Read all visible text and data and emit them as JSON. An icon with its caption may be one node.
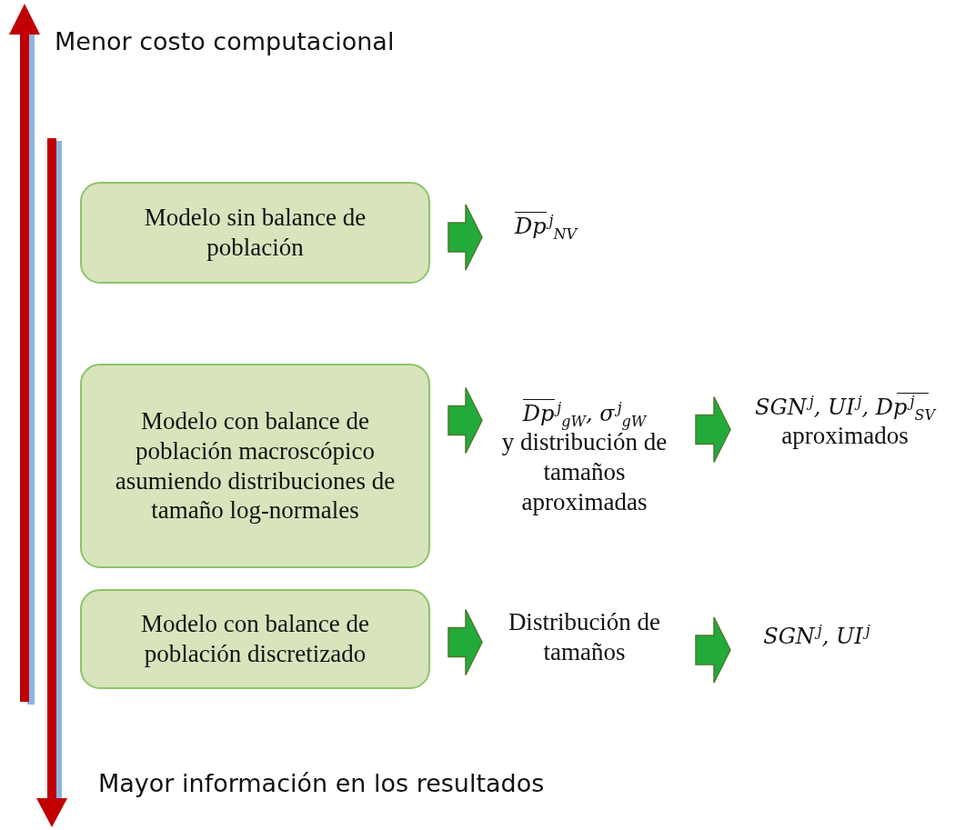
{
  "diagram": {
    "nodes": [
      {
        "text": [
          "Modelo sin balance de población"
        ]
      },
      {
        "text": [
          "Dp$^{j}$$_{NV}$"
        ]
      },
      {
        "text": [
          "Modelo con balance de población macroscópico asumiendo distribuciones de tamaño log-normales"
        ]
      },
      {
        "text": [
          "Dp$^{j}$$_{gW}$, σ$^{j}$$_{gW}$",
          "y distribución de tamaños aproximadas"
        ]
      },
      {
        "text": [
          "SGN$^{j}$, UI$^{j}$, Dp$^{j}$$_{SV}$",
          "aproximados"
        ]
      },
      {
        "text": [
          "Modelo con balance de población discretizado"
        ]
      },
      {
        "text": [
          "Distribución de tamaños"
        ]
      },
      {
        "text": [
          "SGN$^{j}$, UI$^{j}$"
        ]
      }
    ],
    "edges": [
      {
        "from": 0,
        "to": 1,
        "arrow": "to"
      },
      {
        "from": 2,
        "to": 3,
        "arrow": "to"
      },
      {
        "from": 3,
        "to": 4,
        "arrow": "to"
      },
      {
        "from": 5,
        "to": 6,
        "arrow": "to"
      },
      {
        "from": 6,
        "to": 7,
        "arrow": "to"
      }
    ],
    "labels": [
      "Menor costo computacional",
      "Mayor información en los resultados"
    ]
  }
}
